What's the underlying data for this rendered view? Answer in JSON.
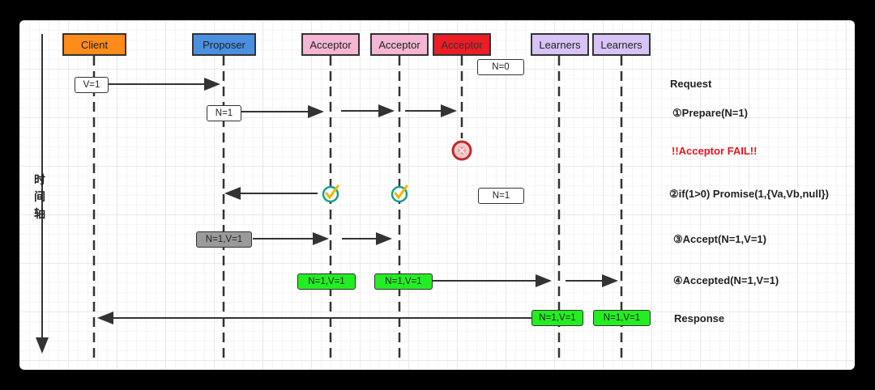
{
  "participants": [
    {
      "label": "Client",
      "color": "#ff8c1a"
    },
    {
      "label": "Proposer",
      "color": "#4a90e2"
    },
    {
      "label": "Acceptor",
      "color": "#f4b6d2"
    },
    {
      "label": "Acceptor",
      "color": "#f4b6d2"
    },
    {
      "label": "Acceptor",
      "color": "#ee1c24"
    },
    {
      "label": "Learners",
      "color": "#d7c3f6"
    },
    {
      "label": "Learners",
      "color": "#d7c3f6"
    }
  ],
  "time_axis": [
    "时",
    "间",
    "轴"
  ],
  "tags": {
    "n0": "N=0",
    "v1": "V=1",
    "n1_proposer": "N=1",
    "n1_acceptor": "N=1",
    "nv_proposer": "N=1,V=1",
    "nv_acc1": "N=1,V=1",
    "nv_acc2": "N=1,V=1",
    "nv_learn1": "N=1,V=1",
    "nv_learn2": "N=1,V=1"
  },
  "steps": {
    "request": "Request",
    "prepare": "①Prepare(N=1)",
    "fail": "!!Acceptor  FAIL!!",
    "promise": "②if(1>0) Promise(1,{Va,Vb,null})",
    "accept": "③Accept(N=1,V=1)",
    "accepted": "④Accepted(N=1,V=1)",
    "response": "Response"
  },
  "colors": {
    "success": "#22ee22",
    "fail": "#e8141e",
    "check": "#1a9e8a"
  }
}
